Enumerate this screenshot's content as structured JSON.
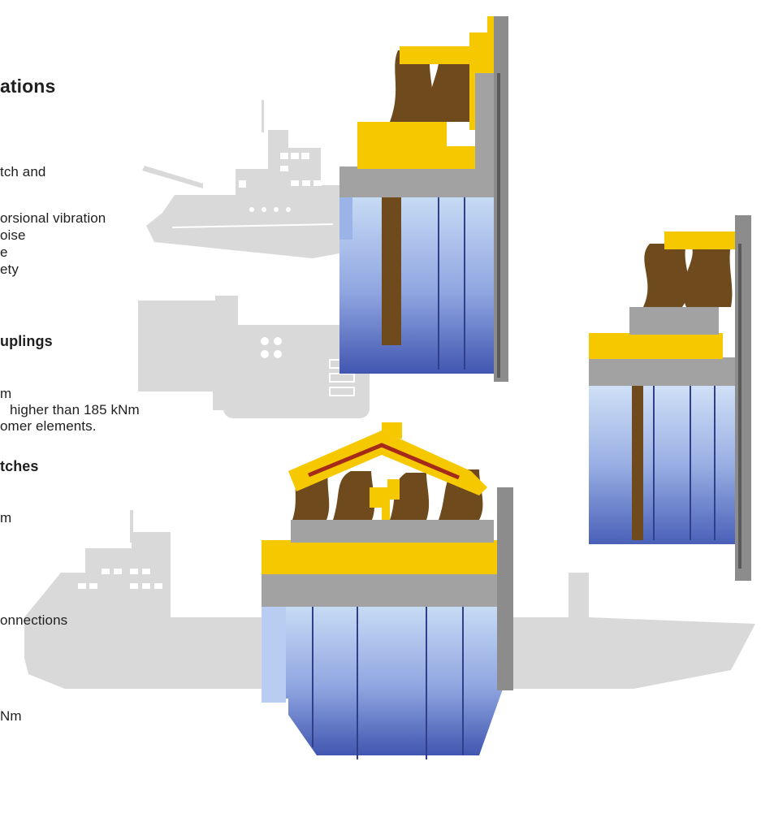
{
  "title": "ations",
  "section1": {
    "lines": [
      "tch and",
      "orsional vibration",
      "oise",
      "e",
      "ety"
    ]
  },
  "section2": {
    "heading": "uplings",
    "lines": [
      "m",
      "higher than 185 kNm",
      "omer elements."
    ]
  },
  "section3": {
    "heading": "tches",
    "lines": [
      "m",
      "onnections",
      "Nm"
    ]
  },
  "colors": {
    "silhouette": "#d9d9d9",
    "steel_blue": "#5e73c4",
    "yellow": "#f5c800",
    "rubber_brown": "#6e4a1c",
    "grey_metal": "#a2a2a2"
  },
  "illustrations": [
    "ship-silhouette-icon",
    "engine-silhouette-icon",
    "cargo-ship-silhouette-icon",
    "coupling-cross-section",
    "clutch-cross-section"
  ]
}
